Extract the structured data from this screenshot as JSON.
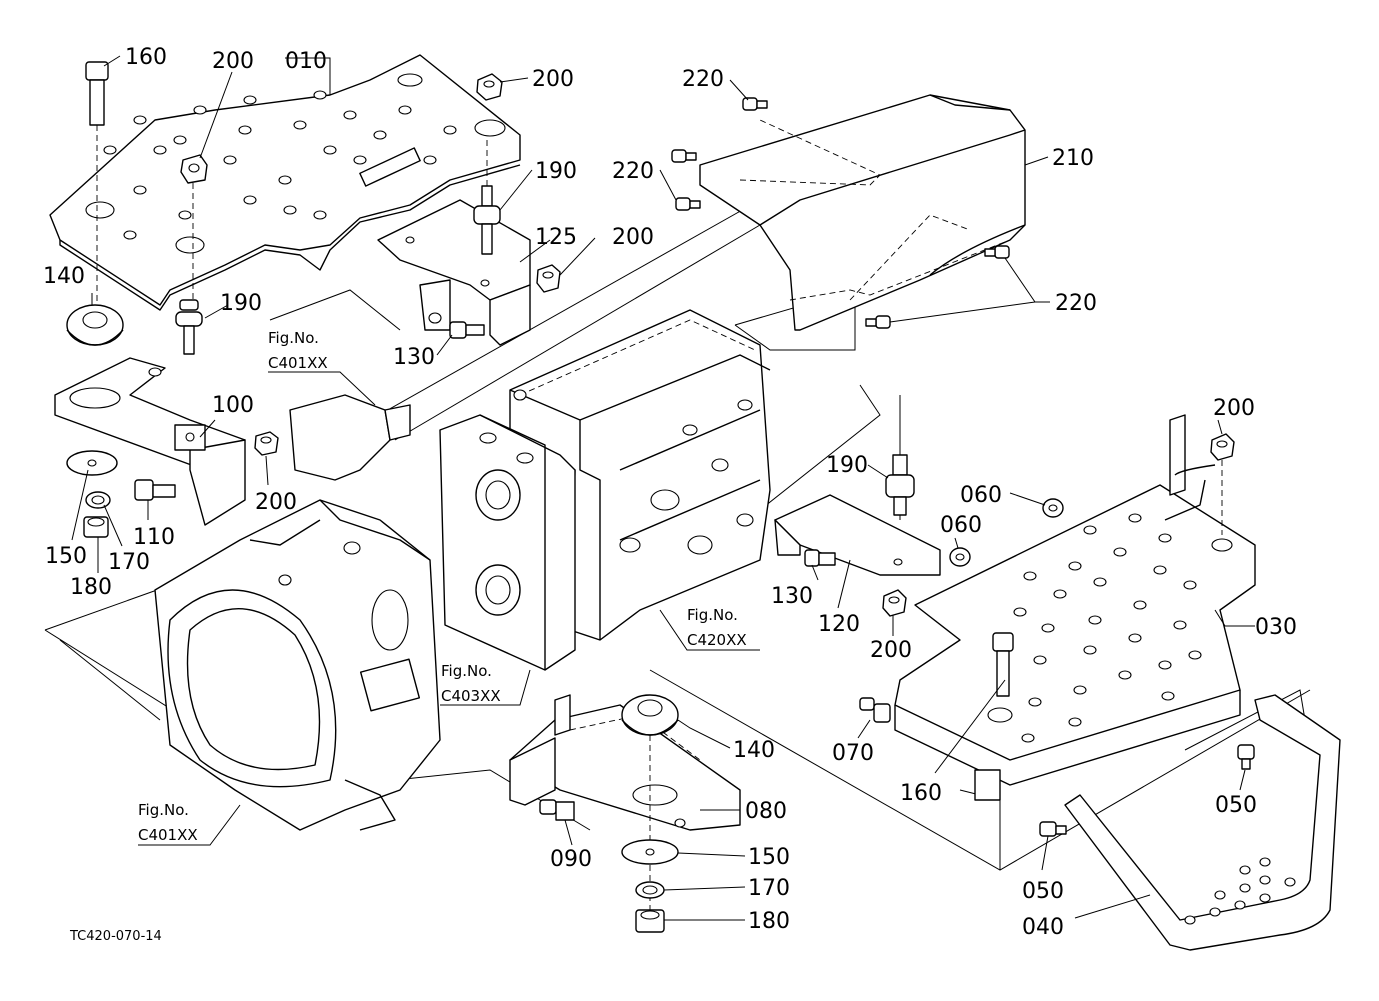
{
  "diagram_code": "TC420-070-14",
  "callouts": {
    "c160a": "160",
    "c200a": "200",
    "c010": "010",
    "c200b": "200",
    "c220a": "220",
    "c210": "210",
    "c190a": "190",
    "c220b": "220",
    "c125": "125",
    "c200c": "200",
    "c220c": "220",
    "c140a": "140",
    "c190b": "190",
    "c130a": "130",
    "c100": "100",
    "c200d": "200",
    "c110": "110",
    "c150a": "150",
    "c170a": "170",
    "c180a": "180",
    "c200e": "200",
    "c190c": "190",
    "c060a": "060",
    "c060b": "060",
    "c130b": "130",
    "c120": "120",
    "c200f": "200",
    "c030": "030",
    "c140b": "140",
    "c080": "080",
    "c090": "090",
    "c150b": "150",
    "c170b": "170",
    "c180b": "180",
    "c070": "070",
    "c160b": "160",
    "c050a": "050",
    "c050b": "050",
    "c040": "040"
  },
  "fig_refs": {
    "ref_c401_top": {
      "line1": "Fig.No.",
      "line2": "C401XX"
    },
    "ref_c420": {
      "line1": "Fig.No.",
      "line2": "C420XX"
    },
    "ref_c403": {
      "line1": "Fig.No.",
      "line2": "C403XX"
    },
    "ref_c401_bottom": {
      "line1": "Fig.No.",
      "line2": "C401XX"
    }
  }
}
